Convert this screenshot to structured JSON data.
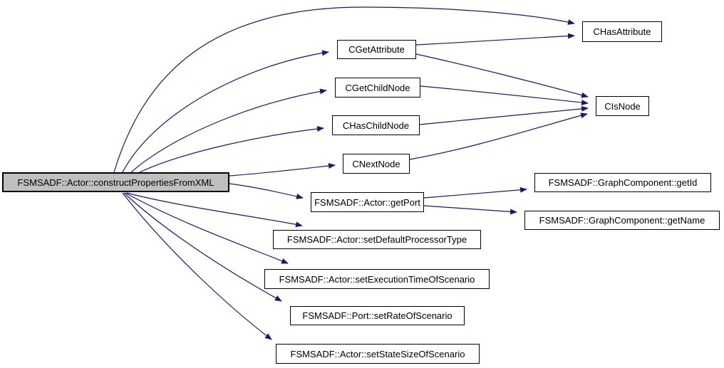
{
  "graph": {
    "type": "call-graph",
    "colors": {
      "background": "#ffffff",
      "edge": "#191970",
      "node_border": "#000000",
      "node_fill": "#ffffff",
      "focus_node_fill": "#bfbfbf"
    },
    "nodes": {
      "main": {
        "label": "FSMSADF::Actor::constructPropertiesFromXML",
        "highlighted": true
      },
      "cGetAttribute": {
        "label": "CGetAttribute",
        "highlighted": false
      },
      "cHasAttribute": {
        "label": "CHasAttribute",
        "highlighted": false
      },
      "cGetChildNode": {
        "label": "CGetChildNode",
        "highlighted": false
      },
      "cHasChildNode": {
        "label": "CHasChildNode",
        "highlighted": false
      },
      "cNextNode": {
        "label": "CNextNode",
        "highlighted": false
      },
      "cIsNode": {
        "label": "CIsNode",
        "highlighted": false
      },
      "getPort": {
        "label": "FSMSADF::Actor::getPort",
        "highlighted": false
      },
      "getId": {
        "label": "FSMSADF::GraphComponent::getId",
        "highlighted": false
      },
      "getName": {
        "label": "FSMSADF::GraphComponent::getName",
        "highlighted": false
      },
      "setDefaultProcessorType": {
        "label": "FSMSADF::Actor::setDefaultProcessorType",
        "highlighted": false
      },
      "setExecutionTimeOfScenario": {
        "label": "FSMSADF::Actor::setExecutionTimeOfScenario",
        "highlighted": false
      },
      "setRateOfScenario": {
        "label": "FSMSADF::Port::setRateOfScenario",
        "highlighted": false
      },
      "setStateSizeOfScenario": {
        "label": "FSMSADF::Actor::setStateSizeOfScenario",
        "highlighted": false
      }
    },
    "edges": [
      {
        "from": "FSMSADF::Actor::constructPropertiesFromXML",
        "to": "CHasAttribute"
      },
      {
        "from": "FSMSADF::Actor::constructPropertiesFromXML",
        "to": "CGetAttribute"
      },
      {
        "from": "FSMSADF::Actor::constructPropertiesFromXML",
        "to": "CGetChildNode"
      },
      {
        "from": "FSMSADF::Actor::constructPropertiesFromXML",
        "to": "CHasChildNode"
      },
      {
        "from": "FSMSADF::Actor::constructPropertiesFromXML",
        "to": "CNextNode"
      },
      {
        "from": "FSMSADF::Actor::constructPropertiesFromXML",
        "to": "FSMSADF::Actor::getPort"
      },
      {
        "from": "FSMSADF::Actor::constructPropertiesFromXML",
        "to": "FSMSADF::Actor::setDefaultProcessorType"
      },
      {
        "from": "FSMSADF::Actor::constructPropertiesFromXML",
        "to": "FSMSADF::Actor::setExecutionTimeOfScenario"
      },
      {
        "from": "FSMSADF::Actor::constructPropertiesFromXML",
        "to": "FSMSADF::Port::setRateOfScenario"
      },
      {
        "from": "FSMSADF::Actor::constructPropertiesFromXML",
        "to": "FSMSADF::Actor::setStateSizeOfScenario"
      },
      {
        "from": "CGetAttribute",
        "to": "CHasAttribute"
      },
      {
        "from": "CGetAttribute",
        "to": "CIsNode"
      },
      {
        "from": "CGetChildNode",
        "to": "CIsNode"
      },
      {
        "from": "CHasChildNode",
        "to": "CIsNode"
      },
      {
        "from": "CNextNode",
        "to": "CIsNode"
      },
      {
        "from": "FSMSADF::Actor::getPort",
        "to": "FSMSADF::GraphComponent::getId"
      },
      {
        "from": "FSMSADF::Actor::getPort",
        "to": "FSMSADF::GraphComponent::getName"
      }
    ]
  }
}
